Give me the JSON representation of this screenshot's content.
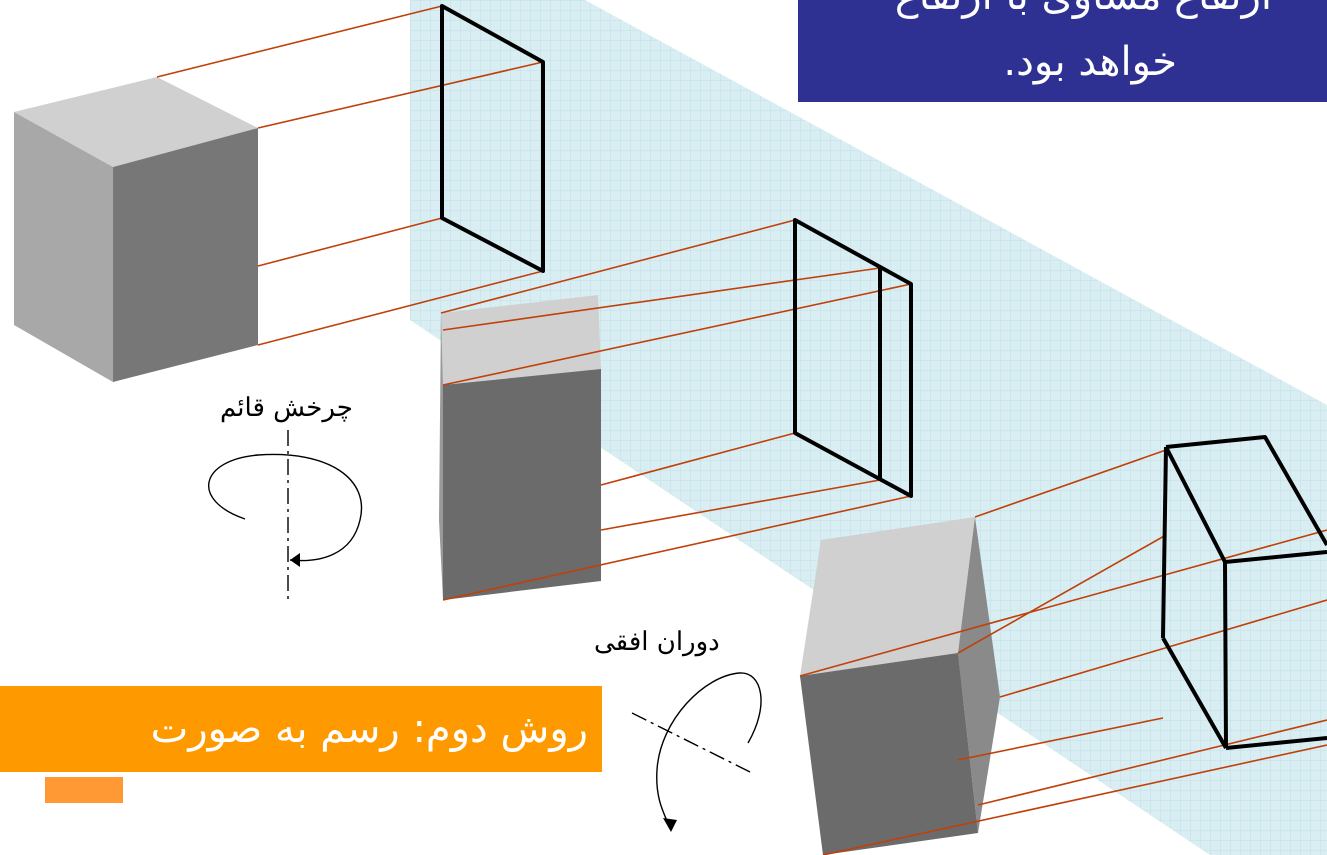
{
  "title_box": {
    "line1": "ارتفاع مساوی با ارتفاع",
    "line2": "خواهد بود."
  },
  "method_label": "روش دوم: رسم به صورت",
  "captions": {
    "vertical_rotation": "چرخش قائم",
    "horizontal_rotation": "دوران افقی"
  },
  "colors": {
    "title_bg": "#2e3192",
    "method_bg": "#ff9900",
    "projection_line": "#c0400a",
    "plane_fill": "#d4ecf0",
    "cube_top": "#d0d0d0",
    "cube_front": "#777777",
    "cube_side": "#a8a8a8"
  }
}
